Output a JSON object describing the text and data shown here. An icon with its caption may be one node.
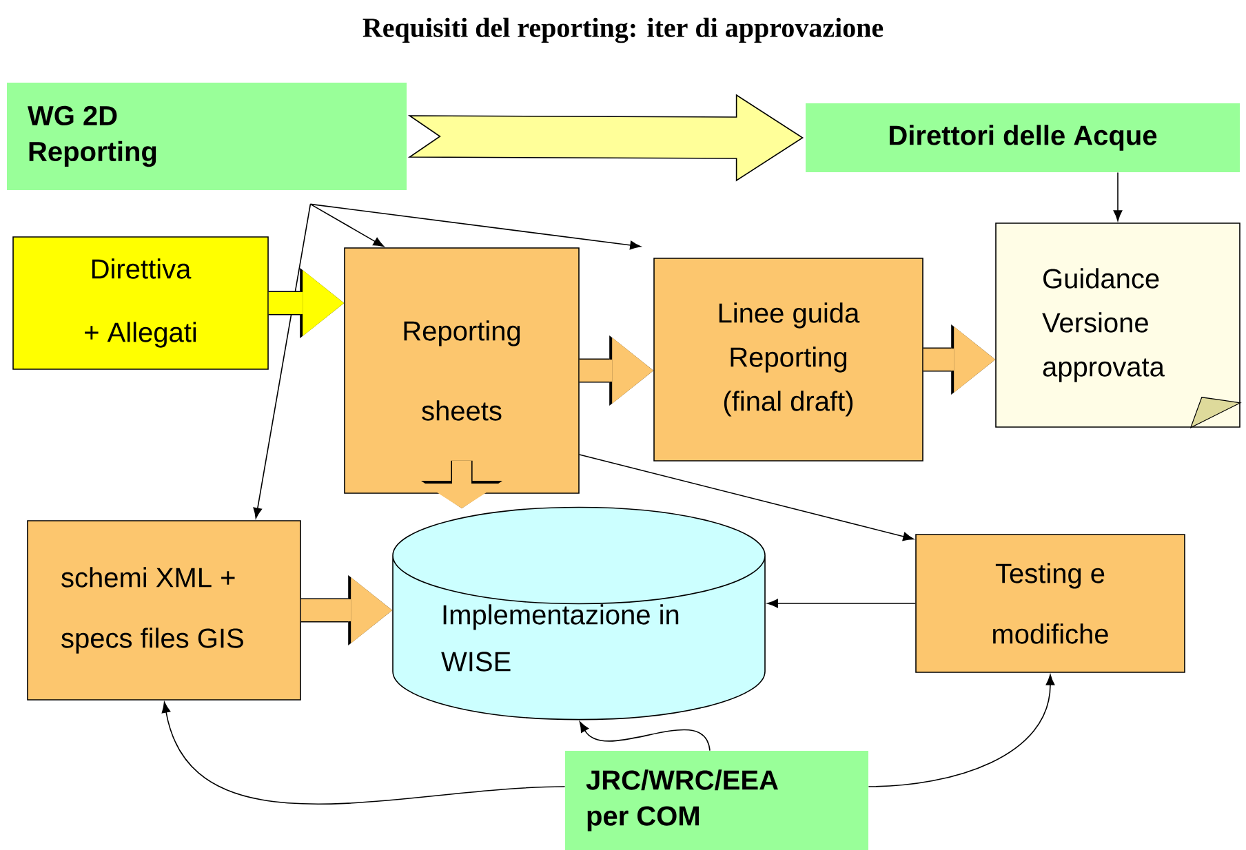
{
  "diagram": {
    "title": "Requisiti del reporting: iter di approvazione",
    "nodes": [
      {
        "text": [
          "WG 2D Reporting"
        ]
      },
      {
        "text": [
          "Direttori delle Acque"
        ]
      },
      {
        "text": [
          "Direttiva + Allegati"
        ]
      },
      {
        "text": [
          "Reporting sheets"
        ]
      },
      {
        "text": [
          "Linee guida Reporting (final draft)"
        ]
      },
      {
        "text": [
          "Guidance Versione approvata"
        ]
      },
      {
        "text": [
          "schemi XML + specs files GIS"
        ]
      },
      {
        "text": [
          "Implementazione in WISE"
        ]
      },
      {
        "text": [
          "Testing e modifiche"
        ]
      },
      {
        "text": [
          "JRC/WRC/EEA per COM"
        ]
      }
    ],
    "edges": [
      {
        "from": 0,
        "to": 1,
        "arrow": "to",
        "style": "thick",
        "color": "#ffff99"
      },
      {
        "from": 0,
        "to": 3,
        "arrow": "to"
      },
      {
        "from": 0,
        "to": 4,
        "arrow": "to"
      },
      {
        "from": 0,
        "to": 6,
        "arrow": "to"
      },
      {
        "from": 1,
        "to": 5,
        "arrow": "to"
      },
      {
        "from": 2,
        "to": 3,
        "arrow": "to",
        "style": "thick",
        "color": "#ffff00"
      },
      {
        "from": 3,
        "to": 4,
        "arrow": "to",
        "style": "thick",
        "color": "#fcc66e"
      },
      {
        "from": 4,
        "to": 5,
        "arrow": "to",
        "style": "thick",
        "color": "#fcc66e"
      },
      {
        "from": 3,
        "to": 7,
        "arrow": "to",
        "style": "thick",
        "color": "#fcc66e"
      },
      {
        "from": 6,
        "to": 7,
        "arrow": "to",
        "style": "thick",
        "color": "#fcc66e"
      },
      {
        "from": 3,
        "to": 8,
        "arrow": "to"
      },
      {
        "from": 8,
        "to": 7,
        "arrow": "to"
      },
      {
        "from": 9,
        "to": 6,
        "arrow": "to"
      },
      {
        "from": 9,
        "to": 7,
        "arrow": "to"
      },
      {
        "from": 9,
        "to": 8,
        "arrow": "to"
      }
    ]
  }
}
